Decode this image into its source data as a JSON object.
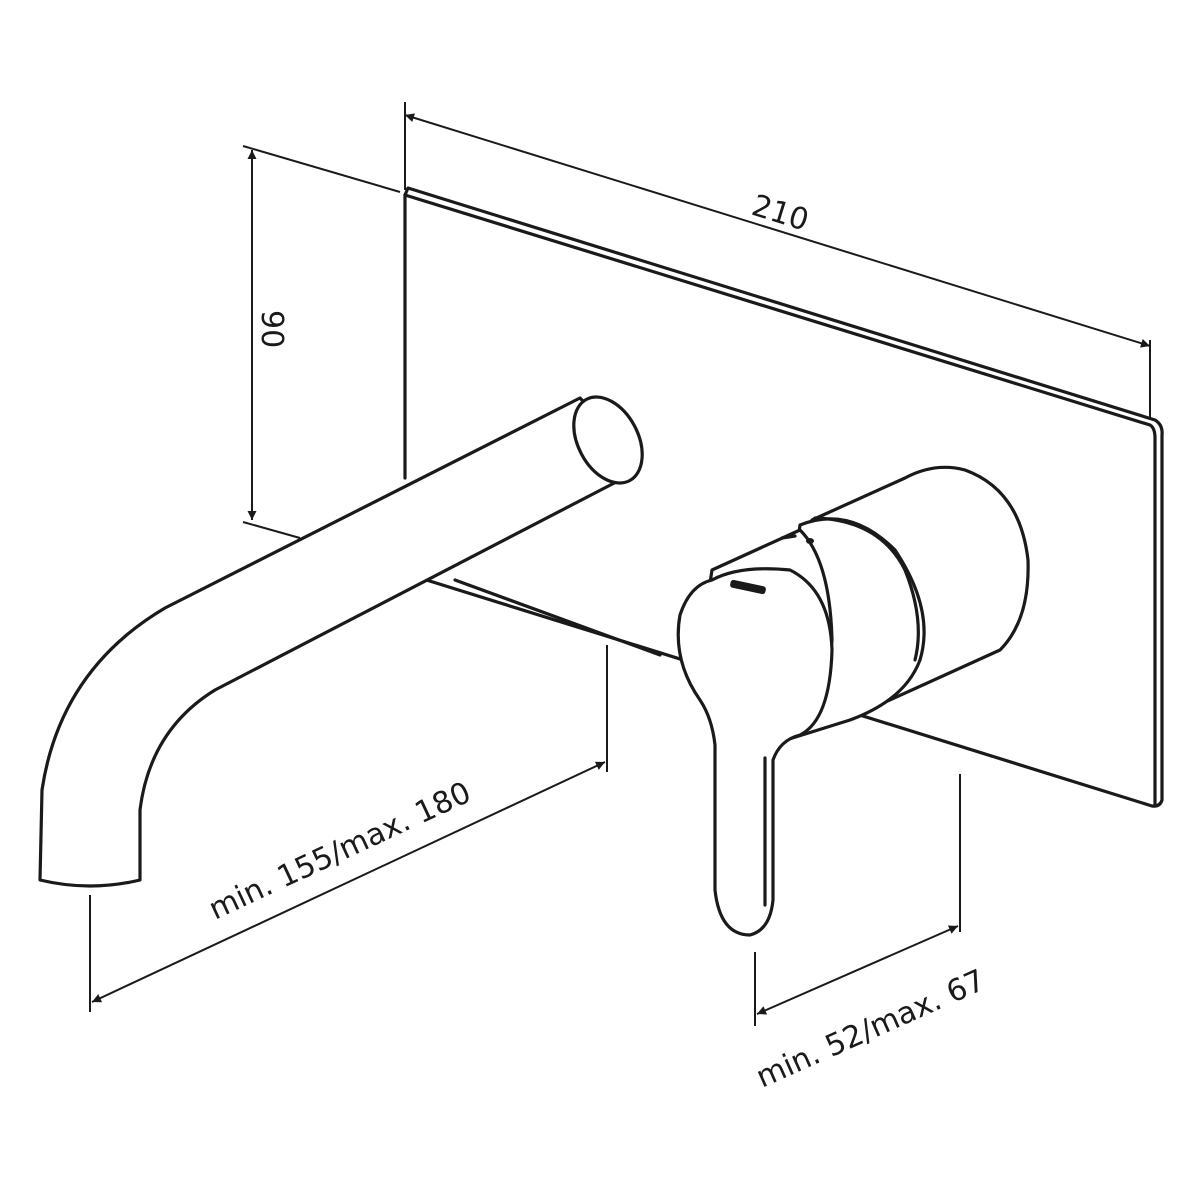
{
  "title": "Wall-mounted basin mixer dimension drawing",
  "dimensions": {
    "plate_width": "210",
    "plate_height": "90",
    "spout_projection": "min. 155/max. 180",
    "handle_projection": "min. 52/max. 67"
  },
  "colors": {
    "line": "#1a1a1a",
    "background": "#ffffff"
  }
}
